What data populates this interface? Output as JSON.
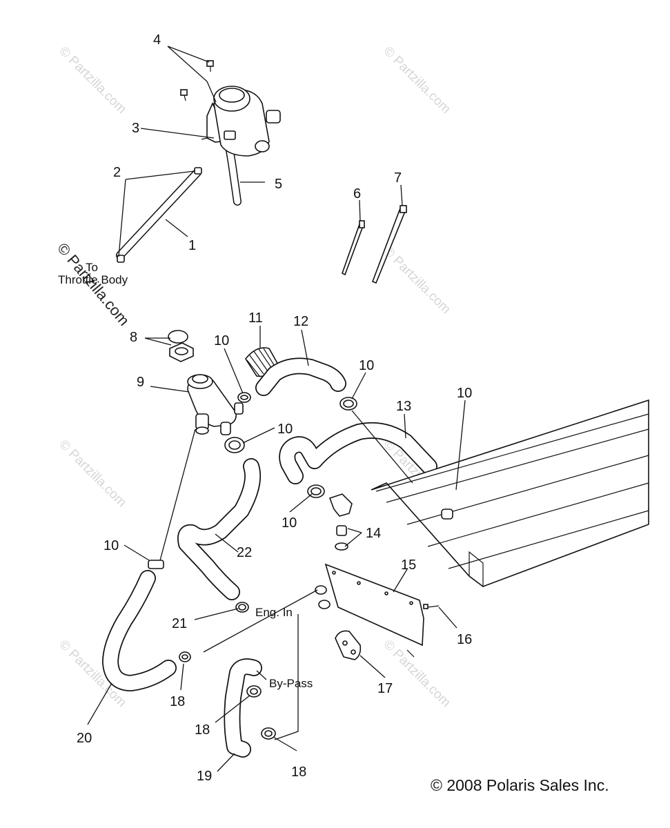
{
  "diagram": {
    "callouts": [
      "1",
      "2",
      "3",
      "4",
      "5",
      "6",
      "7",
      "8",
      "9",
      "10",
      "11",
      "12",
      "13",
      "14",
      "15",
      "16",
      "17",
      "18",
      "19",
      "20",
      "21",
      "22"
    ],
    "notes": {
      "to": "To",
      "throttle_body": "Throttle Body",
      "eng_in": "Eng. In",
      "by_pass": "By-Pass"
    },
    "copyright": "© 2008 Polaris Sales Inc.",
    "watermark": "© Partzilla.com",
    "watermark_large": "© Partzilla.com"
  }
}
